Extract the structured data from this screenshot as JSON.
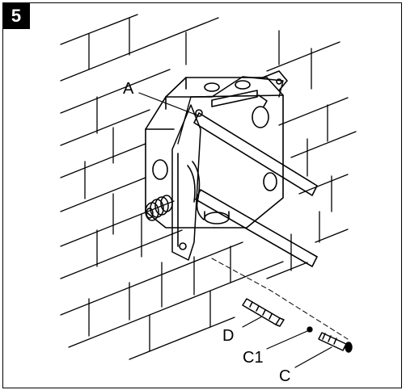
{
  "step": {
    "number": "5"
  },
  "callouts": {
    "a": "A",
    "d": "D",
    "c1": "C1",
    "c": "C"
  },
  "icons": [
    "brick-wall",
    "electrical-box",
    "mounting-ear",
    "anchor-plug",
    "washer",
    "screw",
    "connector-fitting",
    "clamp-bars"
  ],
  "colors": {
    "line": "#000000",
    "background": "#ffffff",
    "badge": "#000000",
    "badge_text": "#ffffff"
  }
}
